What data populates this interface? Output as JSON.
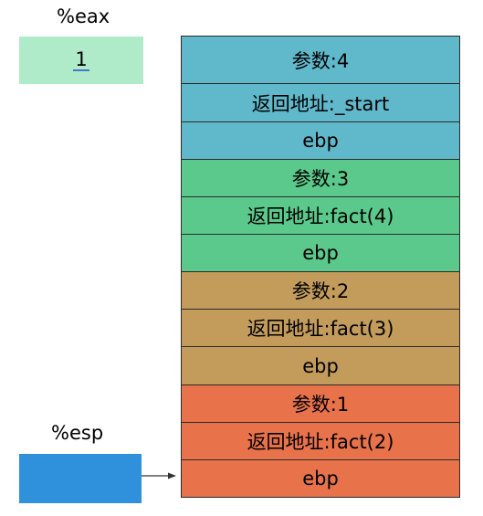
{
  "registers": {
    "eax": {
      "label": "%eax",
      "value": "1",
      "color": "#b0ebc9"
    },
    "esp": {
      "label": "%esp",
      "color": "#2f91db"
    }
  },
  "stack": [
    {
      "text": "参数:4",
      "color": "#60b8cb"
    },
    {
      "text": "返回地址:_start",
      "color": "#60b8cb"
    },
    {
      "text": "ebp",
      "color": "#60b8cb"
    },
    {
      "text": "参数:3",
      "color": "#5ac98b"
    },
    {
      "text": "返回地址:fact(4)",
      "color": "#5ac98b"
    },
    {
      "text": "ebp",
      "color": "#5ac98b"
    },
    {
      "text": "参数:2",
      "color": "#c39c5c"
    },
    {
      "text": "返回地址:fact(3)",
      "color": "#c39c5c"
    },
    {
      "text": "ebp",
      "color": "#c39c5c"
    },
    {
      "text": "参数:1",
      "color": "#e8724a"
    },
    {
      "text": "返回地址:fact(2)",
      "color": "#e8724a"
    },
    {
      "text": "ebp",
      "color": "#e8724a"
    }
  ]
}
